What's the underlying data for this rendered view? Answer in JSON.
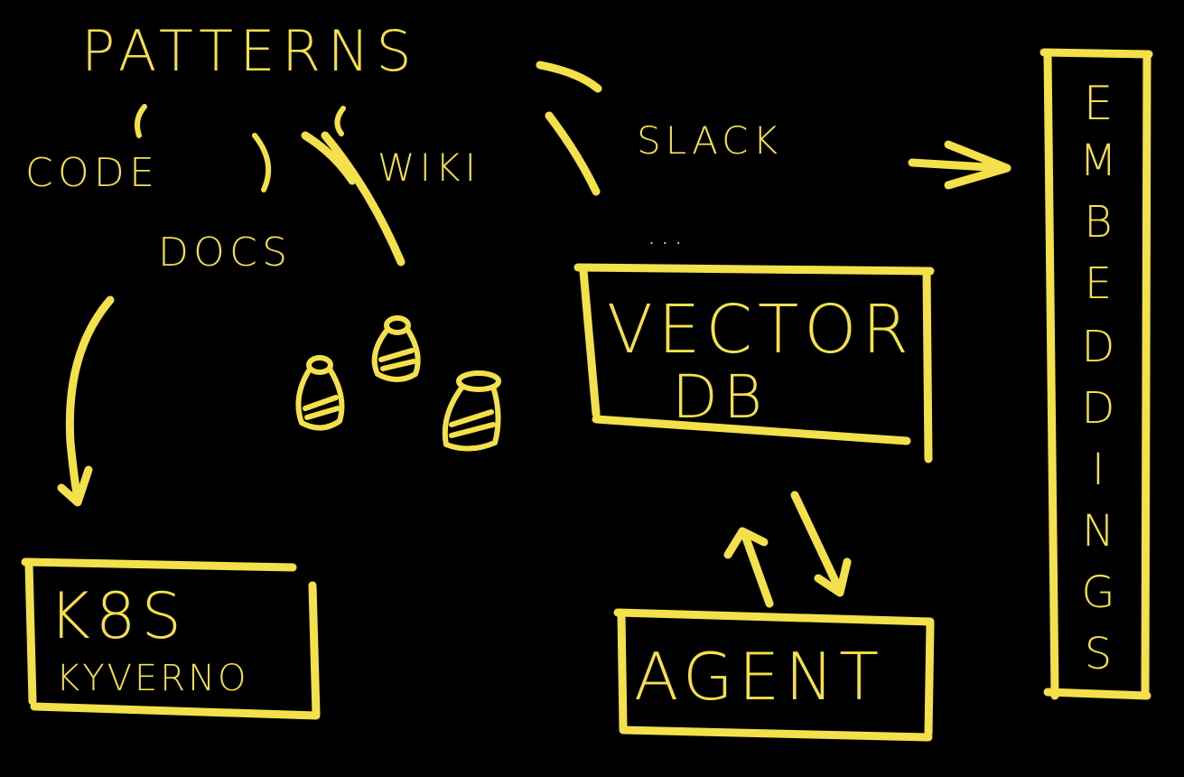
{
  "diagram": {
    "ink_color": "#f4e04a",
    "background_color": "#000000",
    "sources": {
      "title": "PATTERNS",
      "code": "CODE",
      "wiki": "WIKI",
      "docs": "DOCS",
      "slack": "SLACK",
      "ellipsis": "..."
    },
    "nodes": {
      "vector_db_line1": "VECTOR",
      "vector_db_line2": "DB",
      "agent": "AGENT",
      "k8s": "K8S",
      "kyverno": "KYVERNO",
      "embeddings": [
        "E",
        "M",
        "B",
        "E",
        "D",
        "D",
        "I",
        "N",
        "G",
        "S"
      ]
    },
    "icons": [
      "light-bulb-icon",
      "light-bulb-icon",
      "light-bulb-icon"
    ]
  }
}
